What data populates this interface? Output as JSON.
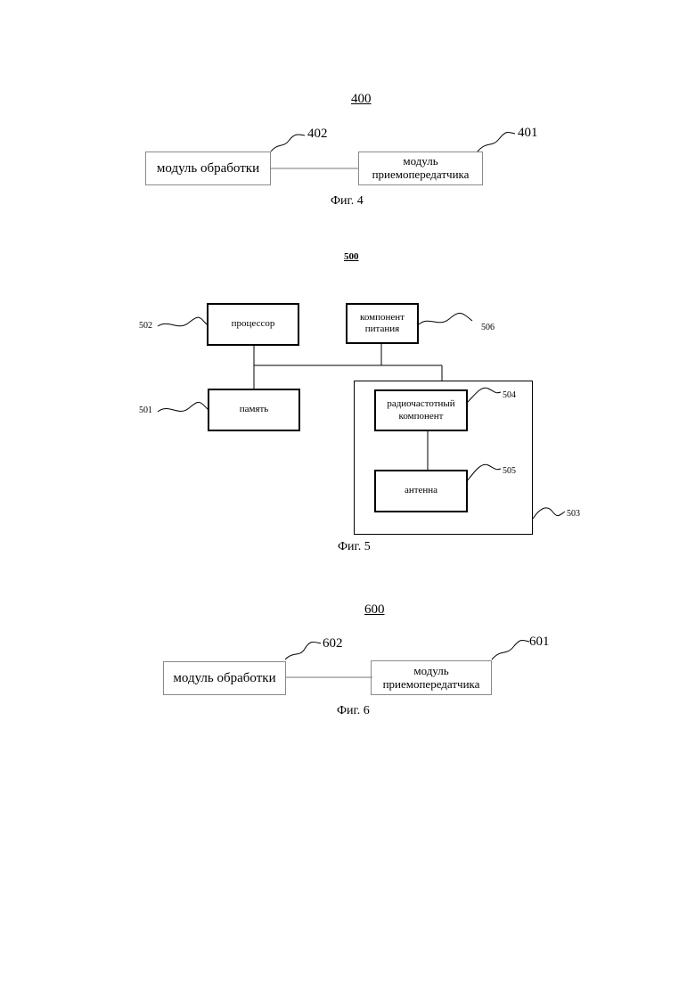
{
  "fig4": {
    "number": "400",
    "processing": "модуль обработки",
    "transceiver": "модуль приемопередатчика",
    "ref_processing": "402",
    "ref_transceiver": "401",
    "caption": "Фиг. 4"
  },
  "fig5": {
    "number": "500",
    "processor": "процессор",
    "power": "компонент питания",
    "memory": "память",
    "rf": "радиочастотный компонент",
    "antenna": "антенна",
    "ref_processor": "502",
    "ref_power": "506",
    "ref_memory": "501",
    "ref_rf": "504",
    "ref_antenna": "505",
    "ref_container": "503",
    "caption": "Фиг. 5"
  },
  "fig6": {
    "number": "600",
    "processing": "модуль обработки",
    "transceiver": "модуль приемопередатчика",
    "ref_processing": "602",
    "ref_transceiver": "601",
    "caption": "Фиг. 6"
  }
}
